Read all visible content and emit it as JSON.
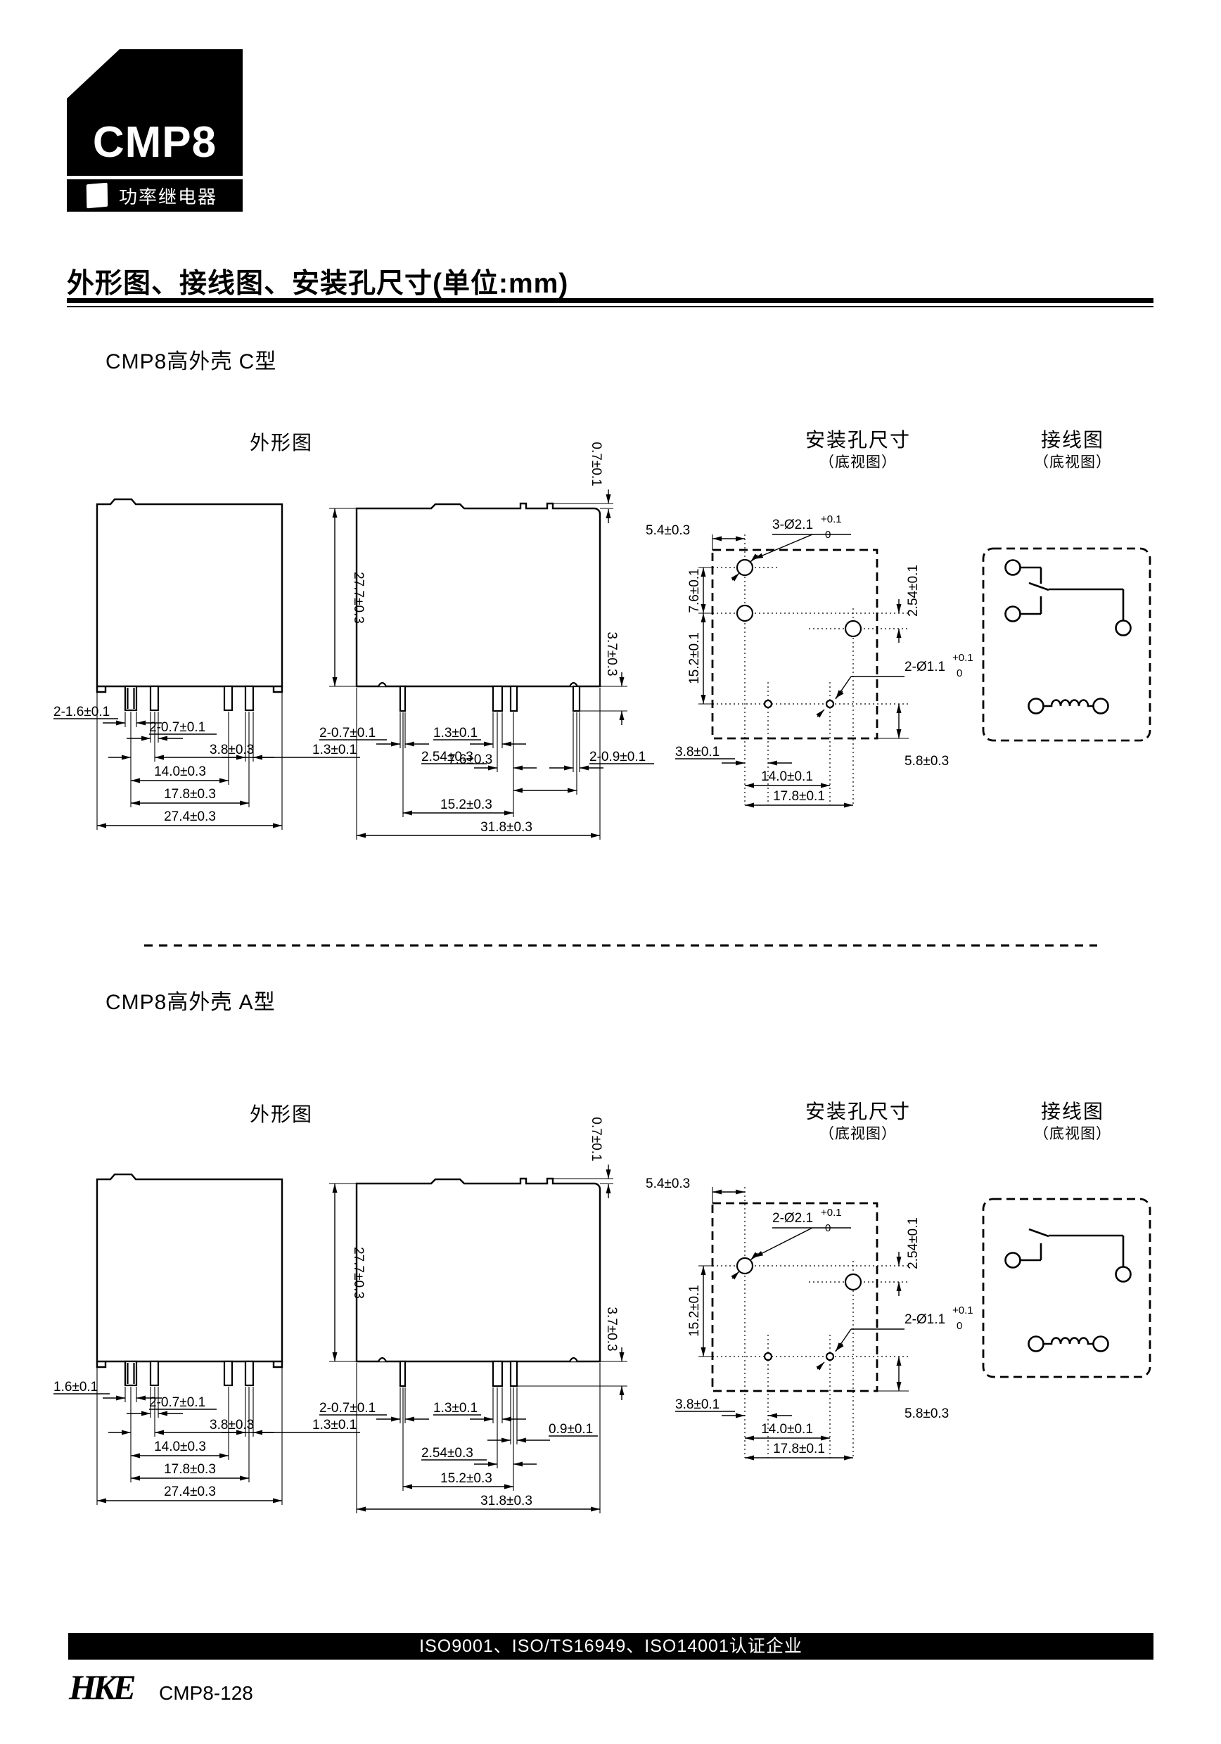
{
  "logo": {
    "model": "CMP8",
    "tagline": "功率继电器"
  },
  "header": {
    "title": "外形图、接线图、安装孔尺寸(单位:mm)"
  },
  "sections": {
    "c": {
      "title": "CMP8高外壳 C型",
      "outline_heading": "外形图",
      "mounting_heading": "安装孔尺寸",
      "mounting_view": "（底视图）",
      "wiring_heading": "接线图",
      "wiring_view": "（底视图）",
      "front": {
        "pins_a": "2-1.6±0.1",
        "pins_b": "2-0.7±0.1",
        "pitch1": "3.8±0.3",
        "pin_c": "1.3±0.1",
        "pitch2": "14.0±0.3",
        "pitch3": "17.8±0.3",
        "width": "27.4±0.3"
      },
      "side": {
        "height": "27.7±0.3",
        "cover": "0.7±0.1",
        "pin_len": "3.7±0.3",
        "pins_a": "2-0.7±0.1",
        "pin_b": "1.3±0.1",
        "pitch1": "2.54±0.3",
        "pins_c": "2-0.9±0.1",
        "pitch2": "7.6±0.3",
        "pitch3": "15.2±0.3",
        "length": "31.8±0.3"
      },
      "mount": {
        "off_top": "5.4±0.3",
        "holes_big": "3-Ø2.1",
        "tp": "+0.1",
        "tz": "0",
        "v1": "7.6±0.1",
        "v2": "15.2±0.1",
        "v3": "2.54±0.1",
        "holes_small": "2-Ø1.1",
        "off_left": "3.8±0.1",
        "h1": "14.0±0.1",
        "h2": "17.8±0.1",
        "off_bot": "5.8±0.3"
      }
    },
    "a": {
      "title": "CMP8高外壳 A型",
      "outline_heading": "外形图",
      "mounting_heading": "安装孔尺寸",
      "mounting_view": "（底视图）",
      "wiring_heading": "接线图",
      "wiring_view": "（底视图）",
      "front": {
        "pins_a": "1.6±0.1",
        "pins_b": "2-0.7±0.1",
        "pitch1": "3.8±0.3",
        "pin_c": "1.3±0.1",
        "pitch2": "14.0±0.3",
        "pitch3": "17.8±0.3",
        "width": "27.4±0.3"
      },
      "side": {
        "height": "27.7±0.3",
        "cover": "0.7±0.1",
        "pin_len": "3.7±0.3",
        "pins_a": "2-0.7±0.1",
        "pin_b": "1.3±0.1",
        "pitch1": "2.54±0.3",
        "pin_c": "0.9±0.1",
        "pitch3": "15.2±0.3",
        "length": "31.8±0.3"
      },
      "mount": {
        "off_top": "5.4±0.3",
        "holes_big": "2-Ø2.1",
        "tp": "+0.1",
        "tz": "0",
        "v2": "15.2±0.1",
        "v3": "2.54±0.1",
        "holes_small": "2-Ø1.1",
        "off_left": "3.8±0.1",
        "h1": "14.0±0.1",
        "h2": "17.8±0.1",
        "off_bot": "5.8±0.3"
      }
    }
  },
  "footer": {
    "iso": "ISO9001、ISO/TS16949、ISO14001认证企业",
    "brand": "HKE",
    "code": "CMP8-128"
  }
}
